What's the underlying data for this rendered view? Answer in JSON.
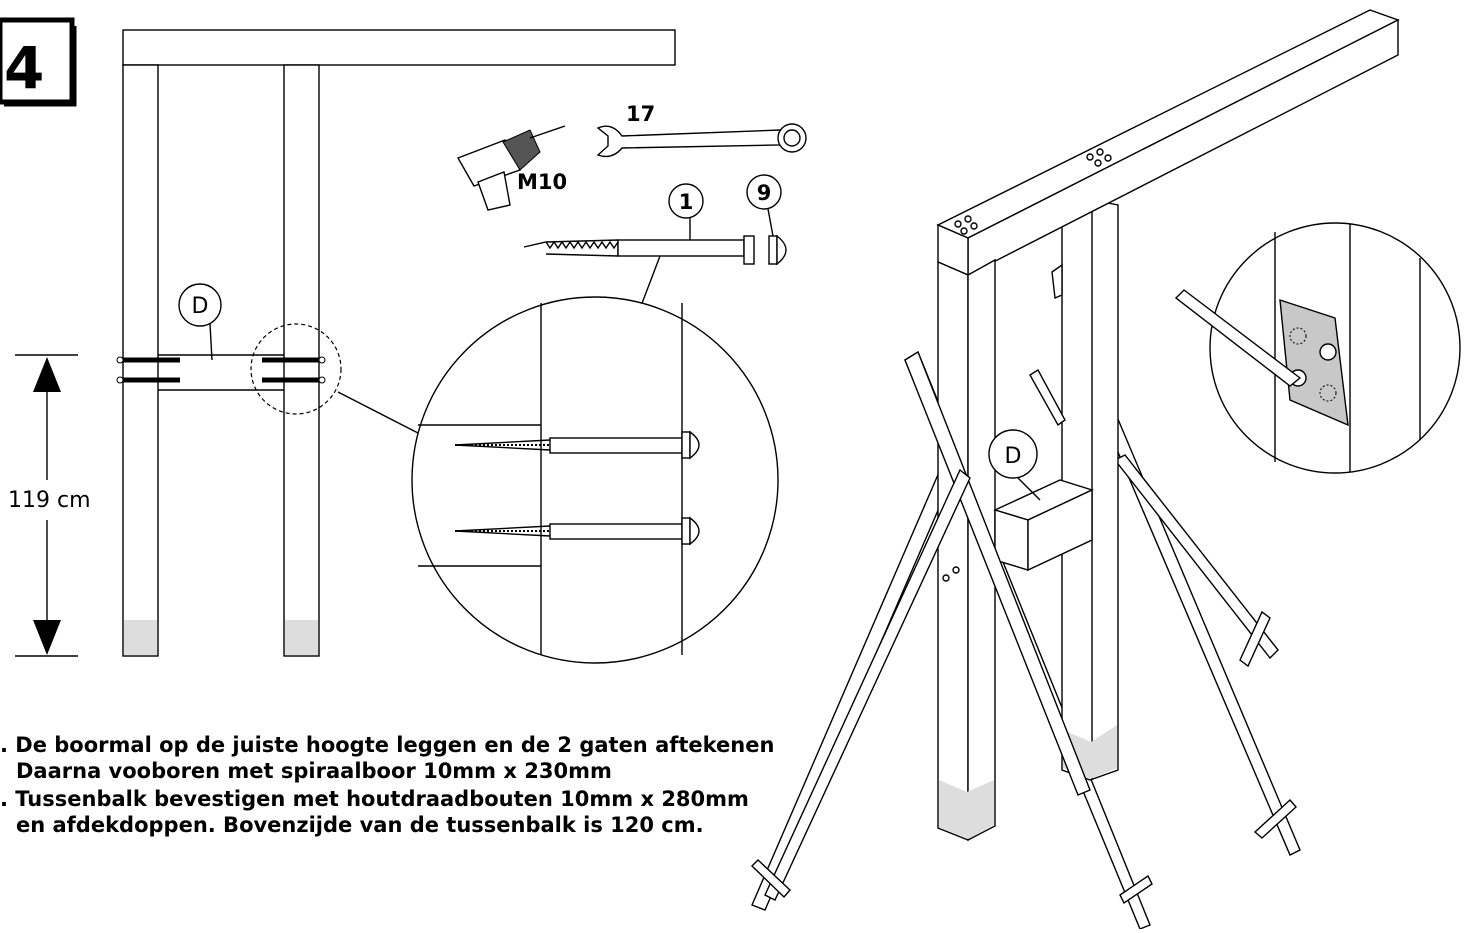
{
  "step": {
    "number": "4"
  },
  "labels": {
    "part_d": "D",
    "part_d_3d": "D",
    "height": "119 cm",
    "wrench_size": "17",
    "drill_size": "M10",
    "bolt_no": "1",
    "cap_no": "9"
  },
  "instructions": [
    {
      "line1": ". De boormal op de juiste hoogte leggen en de 2 gaten aftekenen",
      "line2": "Daarna vooboren met spiraalboor 10mm x 230mm"
    },
    {
      "line1": ". Tussenbalk bevestigen met houtdraadbouten 10mm x 280mm",
      "line2": "en afdekdoppen. Bovenzijde van de tussenbalk is 120 cm."
    }
  ],
  "colors": {
    "line": "#000000",
    "fill_grey": "#dddddd",
    "plate_grey": "#c8c8c8"
  }
}
